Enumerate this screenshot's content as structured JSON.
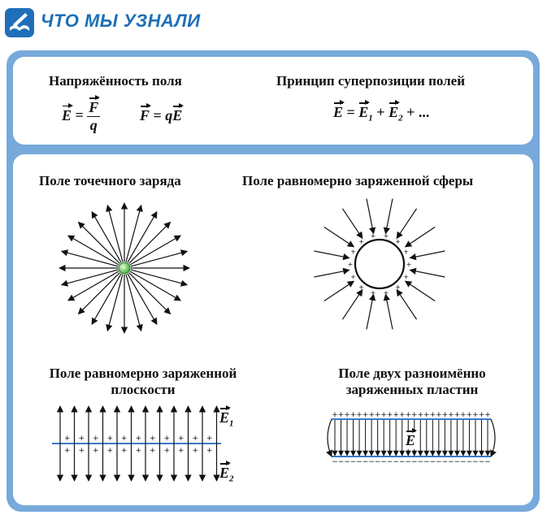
{
  "header": {
    "title": "ЧТО МЫ УЗНАЛИ"
  },
  "top": {
    "left_title": "Напряжённость поля",
    "f1_lhs": "E",
    "f1_eq": "=",
    "f1_num": "F",
    "f1_den": "q",
    "f2_lhs": "F",
    "f2_eq": "=",
    "f2_q": "q",
    "f2_vec": "E",
    "right_title": "Принцип суперпозиции полей",
    "f3_lhs": "E",
    "f3_eq": "=",
    "f3_e1": "E",
    "f3_sub1": "1",
    "f3_plus1": "+",
    "f3_e2": "E",
    "f3_sub2": "2",
    "f3_tail": "+ ..."
  },
  "bottom": {
    "point_title": "Поле точечного заряда",
    "sphere_title": "Поле равномерно заряженной сферы",
    "plane_title_1": "Поле равномерно заряженной",
    "plane_title_2": "плоскости",
    "plates_title_1": "Поле двух разноимённо",
    "plates_title_2": "заряженных пластин",
    "plane_e1": "E",
    "plane_e1_sub": "1",
    "plane_e2": "E",
    "plane_e2_sub": "2",
    "plates_e": "E",
    "plus_sign": "+",
    "minus_sign": "−"
  },
  "colors": {
    "frame": "#77aadb",
    "header": "#1e6fb8",
    "plate_line": "#3a7ac8",
    "charge": "#3fae3a"
  },
  "icons": {
    "logo": "book-pencil-icon"
  }
}
